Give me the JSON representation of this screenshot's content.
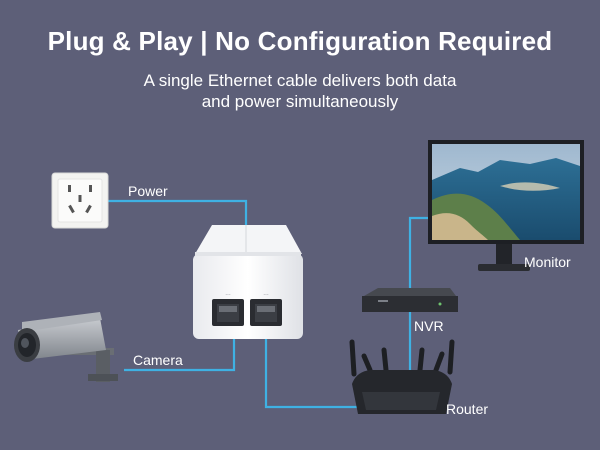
{
  "title": "Plug & Play | No Configuration Required",
  "subtitle_line1": "A single Ethernet cable delivers both data",
  "subtitle_line2": "and power simultaneously",
  "labels": {
    "power": "Power",
    "camera": "Camera",
    "monitor": "Monitor",
    "nvr": "NVR",
    "router": "Router"
  },
  "colors": {
    "background": "#5d5f78",
    "cable": "#3fb1e3",
    "text": "#ffffff"
  },
  "icons": [
    "wall-socket-icon",
    "poe-injector-icon",
    "cctv-camera-icon",
    "monitor-icon",
    "nvr-icon",
    "router-icon"
  ]
}
